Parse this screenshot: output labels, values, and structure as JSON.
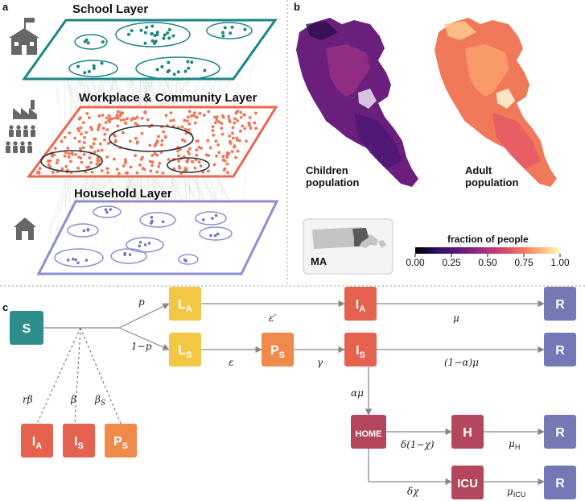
{
  "panels": {
    "a": "a",
    "b": "b",
    "c": "c"
  },
  "layers": {
    "school": "School Layer",
    "workplace": "Workplace & Community Layer",
    "household": "Household Layer"
  },
  "maps": {
    "children_line1": "Children",
    "children_line2": "population",
    "adult_line1": "Adult",
    "adult_line2": "population",
    "inset_label": "MA"
  },
  "colorbar": {
    "title": "fraction of people",
    "ticks": [
      "0.00",
      "0.25",
      "0.50",
      "0.75",
      "1.00"
    ]
  },
  "model": {
    "S": "S",
    "LA": "L",
    "LA_sub": "A",
    "LS": "L",
    "LS_sub": "S",
    "IA": "I",
    "IA_sub": "A",
    "IS": "I",
    "IS_sub": "S",
    "PS": "P",
    "PS_sub": "S",
    "R": "R",
    "HOME": "HOME",
    "H": "H",
    "ICU": "ICU",
    "src_IA": "I",
    "src_IA_sub": "A",
    "src_IS": "I",
    "src_IS_sub": "S",
    "src_PS": "P",
    "src_PS_sub": "S"
  },
  "rates": {
    "p": "p",
    "one_minus_p": "1−p",
    "eps_prime": "ε′",
    "eps": "ε",
    "gamma": "γ",
    "mu": "μ",
    "one_minus_alpha_mu": "(1−α)μ",
    "alpha_mu": "αμ",
    "delta_chi_h": "δ(1−χ)",
    "delta_chi": "δχ",
    "mu_H": "μ",
    "mu_H_sub": "H",
    "mu_ICU": "μ",
    "mu_ICU_sub": "ICU",
    "r_beta": "rβ",
    "beta": "β",
    "beta_s": "β",
    "beta_s_sub": "S"
  },
  "colors": {
    "teal": "#2E8E8E",
    "yellow": "#F2C744",
    "orange": "#F08A4B",
    "red": "#E5624F",
    "crimson": "#B5475C",
    "purple": "#7478B5",
    "school_frame": "#1E8585",
    "work_frame": "#E8674F",
    "house_frame": "#8C8FD0"
  }
}
